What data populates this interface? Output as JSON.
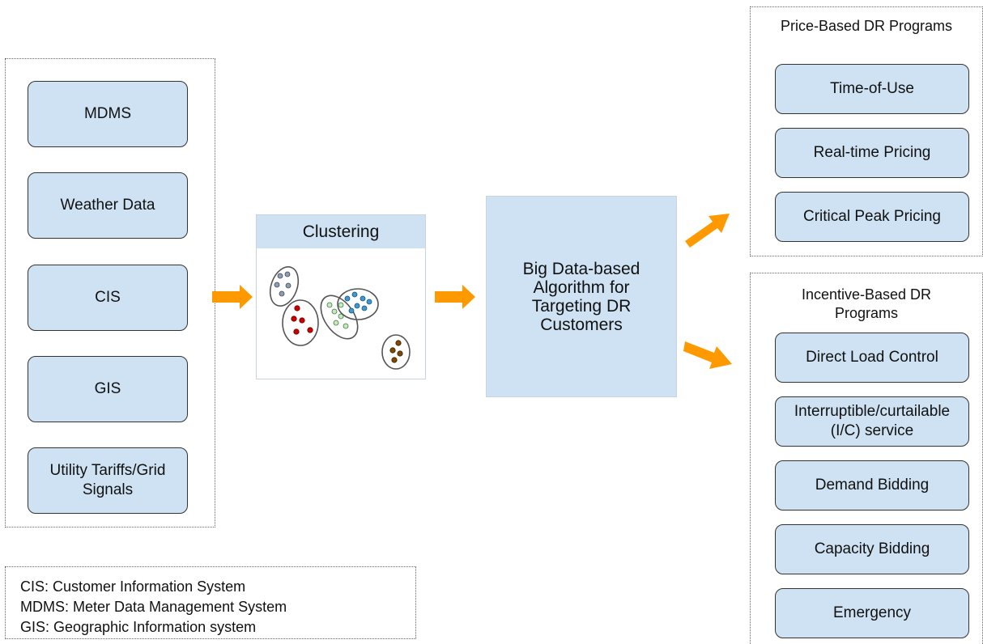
{
  "data_sources": {
    "items": [
      "MDMS",
      "Weather Data",
      "CIS",
      "GIS",
      "Utility Tariffs/Grid Signals"
    ]
  },
  "clustering": {
    "title": "Clustering"
  },
  "algorithm": {
    "label": "Big Data-based Algorithm for Targeting DR Customers"
  },
  "price_based": {
    "title": "Price-Based DR Programs",
    "items": [
      "Time-of-Use",
      "Real-time Pricing",
      "Critical Peak Pricing"
    ]
  },
  "incentive_based": {
    "title": "Incentive-Based DR Programs",
    "items": [
      "Direct Load Control",
      "Interruptible/curtailable (I/C) service",
      "Demand Bidding",
      "Capacity Bidding",
      "Emergency"
    ]
  },
  "legend": {
    "lines": [
      "CIS: Customer Information System",
      "MDMS: Meter Data Management System",
      "GIS: Geographic Information system"
    ]
  },
  "colors": {
    "box_fill": "#cfe2f3",
    "arrow": "#ff9900",
    "cluster_grey": "#8a9fb3",
    "cluster_red": "#cc0000",
    "cluster_green": "#a8d5a2",
    "cluster_blue": "#3d9ad1",
    "cluster_brown": "#7a4a00"
  }
}
